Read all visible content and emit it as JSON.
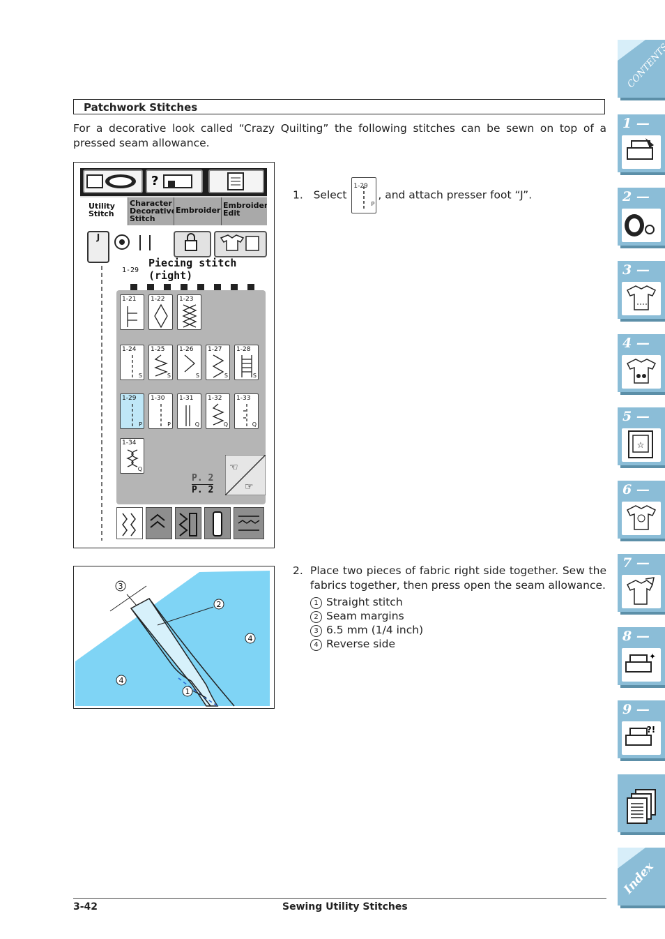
{
  "section": {
    "title": "Patchwork Stitches"
  },
  "intro": "For a decorative look called “Crazy Quilting” the following stitches can be sewn on top of a pressed seam allowance.",
  "step1": {
    "num": "1.",
    "pre": "Select",
    "icon_code": "1-29",
    "icon_suffix": "P",
    "post": ", and attach presser foot “J”."
  },
  "lcd": {
    "tabs": [
      "Utility Stitch",
      "Character Decorative Stitch",
      "Embroidery",
      "Embroidery Edit"
    ],
    "foot": "J",
    "stitch_code": "1-29",
    "stitch_name_1": "Piecing stitch",
    "stitch_name_2": "(right)",
    "page_top": "P. 2",
    "page_bottom": "P. 2",
    "stitches": [
      {
        "code": "1-21",
        "suffix": "",
        "selected": false
      },
      {
        "code": "1-22",
        "suffix": "",
        "selected": false
      },
      {
        "code": "1-23",
        "suffix": "",
        "selected": false
      },
      {
        "code": "1-24",
        "suffix": "S",
        "selected": false
      },
      {
        "code": "1-25",
        "suffix": "S",
        "selected": false
      },
      {
        "code": "1-26",
        "suffix": "S",
        "selected": false
      },
      {
        "code": "1-27",
        "suffix": "S",
        "selected": false
      },
      {
        "code": "1-28",
        "suffix": "S",
        "selected": false
      },
      {
        "code": "1-29",
        "suffix": "P",
        "selected": true
      },
      {
        "code": "1-30",
        "suffix": "P",
        "selected": false
      },
      {
        "code": "1-31",
        "suffix": "Q",
        "selected": false
      },
      {
        "code": "1-32",
        "suffix": "Q",
        "selected": false
      },
      {
        "code": "1-33",
        "suffix": "Q",
        "selected": false
      },
      {
        "code": "1-34",
        "suffix": "Q",
        "selected": false
      }
    ]
  },
  "step2": {
    "num": "2.",
    "text": "Place two pieces of fabric right side together. Sew the fabrics together, then press open the seam allowance.",
    "legend": [
      {
        "n": "1",
        "label": "Straight stitch"
      },
      {
        "n": "2",
        "label": "Seam margins"
      },
      {
        "n": "3",
        "label": "6.5 mm (1/4 inch)"
      },
      {
        "n": "4",
        "label": "Reverse side"
      }
    ]
  },
  "diagram_labels": {
    "a": "3",
    "b": "2",
    "c": "4",
    "d": "4",
    "e": "1"
  },
  "footer": {
    "page": "3-42",
    "title": "Sewing Utility Stitches"
  },
  "sidebar": {
    "contents_label": "CONTENTS",
    "chapters": [
      "1",
      "2",
      "3",
      "4",
      "5",
      "6",
      "7",
      "8",
      "9"
    ],
    "chapter_suffix": "—",
    "index_label": "Index"
  },
  "colors": {
    "tab_blue": "#8bbdd7",
    "fabric_blue": "#7fd4f5",
    "selected_stitch": "#bfe7f7"
  }
}
